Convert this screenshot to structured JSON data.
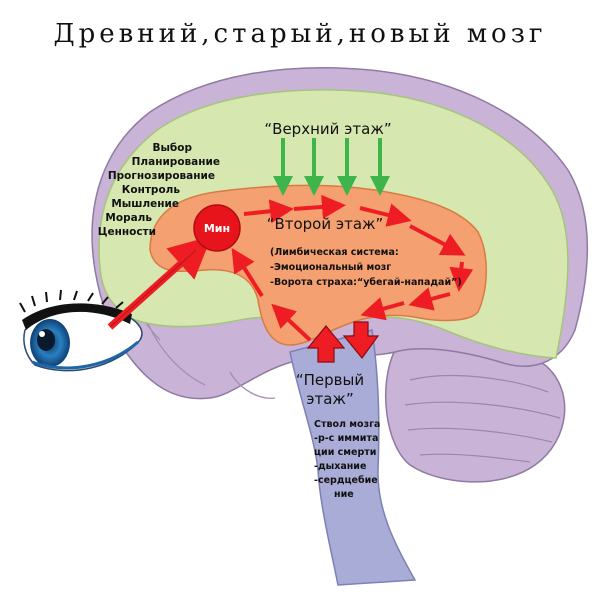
{
  "title": "Древний,старый,новый мозг",
  "upper_floor": {
    "label": "“Верхний этаж”",
    "functions": [
      "Выбор",
      "Планирование",
      "Прогнозирование",
      "Контроль",
      "Мышление",
      "Мораль",
      "Ценности"
    ]
  },
  "second_floor": {
    "label": "“Второй этаж”",
    "notes": [
      "(Лимбическая система:",
      "-Эмоциональный мозг",
      "-Ворота страха:“убегай-нападай”)"
    ]
  },
  "first_floor": {
    "label_lines": [
      "“Первый",
      "этаж”"
    ],
    "notes": [
      "Ствол мозга",
      "-р-с иммита",
      "ции смерти",
      "-дыхание",
      "-сердцебие",
      "ние"
    ]
  },
  "amygdala": {
    "label": "Мин"
  },
  "colors": {
    "cortex_outer": "#c9b3d6",
    "neocortex": "#d6e8b0",
    "limbic": "#f5a070",
    "brainstem": "#a9acd6",
    "arrow_red": "#ee1d24",
    "arrow_green": "#3db54a",
    "amygdala": "#e8141b"
  },
  "icons": [
    "eye-icon"
  ]
}
